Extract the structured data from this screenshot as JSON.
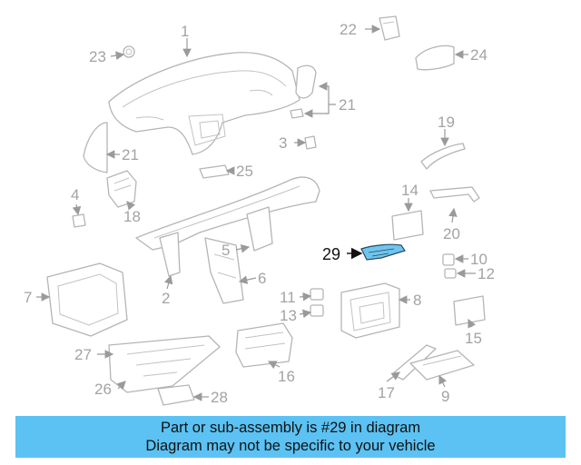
{
  "banner": {
    "line1": "Part or sub-assembly is #29 in diagram",
    "line2": "Diagram may not be specific to your vehicle"
  },
  "callouts": {
    "c1": "1",
    "c2": "2",
    "c3": "3",
    "c4": "4",
    "c5": "5",
    "c6": "6",
    "c7": "7",
    "c8": "8",
    "c9": "9",
    "c10": "10",
    "c11": "11",
    "c12": "12",
    "c13": "13",
    "c14": "14",
    "c15": "15",
    "c16": "16",
    "c17": "17",
    "c18": "18",
    "c19": "19",
    "c20": "20",
    "c21a": "21",
    "c21b": "21",
    "c22": "22",
    "c23": "23",
    "c24": "24",
    "c25": "25",
    "c26": "26",
    "c27": "27",
    "c28": "28",
    "c29": "29"
  },
  "colors": {
    "highlight": "#6ec6f0",
    "banner": "#5bc2f3",
    "line": "#b5b5b5"
  }
}
